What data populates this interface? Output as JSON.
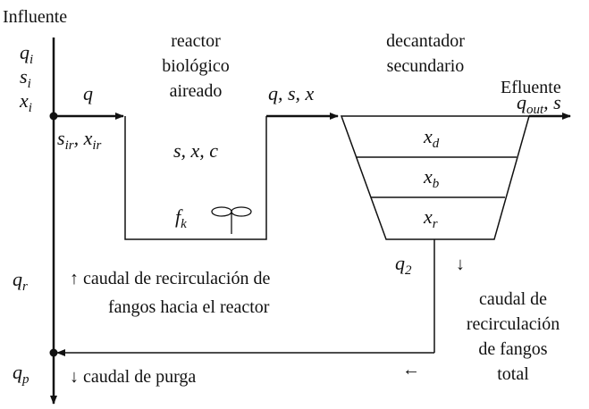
{
  "labels": {
    "influente": "Influente",
    "reactor_line1": "reactor",
    "reactor_line2": "biológico",
    "reactor_line3": "aireado",
    "decant_line1": "decantador",
    "decant_line2": "secundario",
    "efluente": "Efluente",
    "recirc_reactor_line1": "↑  caudal de recirculación de",
    "recirc_reactor_line2": "fangos hacia el reactor",
    "purga": "↓  caudal de purga",
    "recirc_total_line1": "caudal de",
    "recirc_total_line2": "recirculación",
    "recirc_total_line3": "de fangos",
    "recirc_total_line4": "total",
    "down_arrow": "↓",
    "left_arrow": "←"
  },
  "variables": {
    "qi": {
      "base": "q",
      "sub": "i"
    },
    "si": {
      "base": "s",
      "sub": "i"
    },
    "xi": {
      "base": "x",
      "sub": "i"
    },
    "q": {
      "base": "q"
    },
    "sir": {
      "base": "s",
      "sub": "ir"
    },
    "xir": {
      "base": "x",
      "sub": "ir"
    },
    "reactor_state": "s, x, c",
    "flow_out_reactor": "q, s, x",
    "fk": {
      "base": "f",
      "sub": "k"
    },
    "qout": {
      "base": "q",
      "sub": "out"
    },
    "s_out": "s",
    "xd": {
      "base": "x",
      "sub": "d"
    },
    "xb": {
      "base": "x",
      "sub": "b"
    },
    "xr": {
      "base": "x",
      "sub": "r"
    },
    "q2": {
      "base": "q",
      "sub": "2"
    },
    "qr": {
      "base": "q",
      "sub": "r"
    },
    "qp": {
      "base": "q",
      "sub": "p"
    }
  },
  "icons": {
    "aerator": "aerator-icon"
  }
}
